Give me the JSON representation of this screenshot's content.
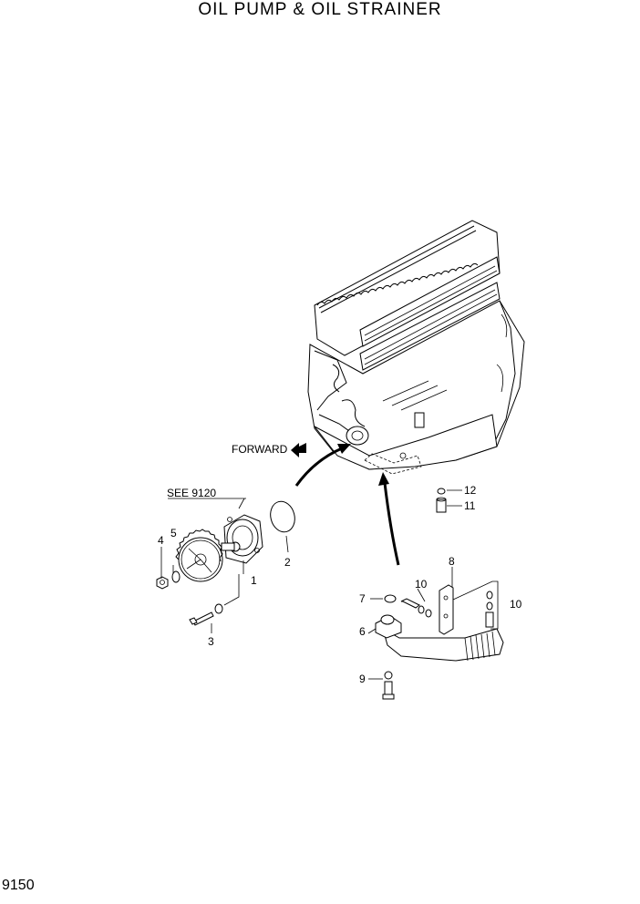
{
  "title": "OIL PUMP & OIL STRAINER",
  "page_code": "9150",
  "forward_label": "FORWARD",
  "see_reference": "SEE 9120",
  "callouts": [
    "1",
    "2",
    "3",
    "4",
    "5",
    "6",
    "7",
    "8",
    "9",
    "10",
    "10",
    "11",
    "12"
  ]
}
